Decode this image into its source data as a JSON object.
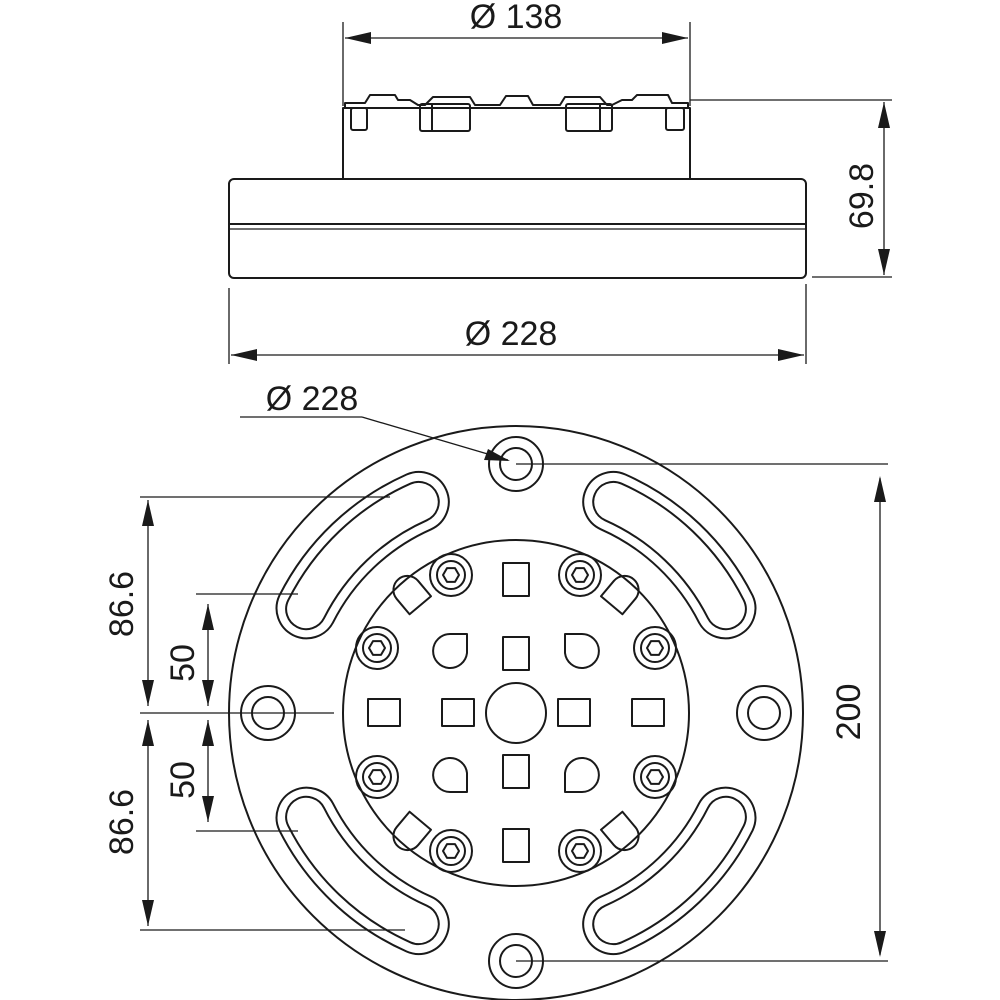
{
  "dimensions": {
    "top_diameter": "Ø 138",
    "height": "69.8",
    "base_diameter_side": "Ø 228",
    "base_diameter_plan": "Ø 228",
    "vertical_total": "200",
    "offset_upper_outer": "86.6",
    "offset_upper_inner": "50",
    "offset_lower_inner": "50",
    "offset_lower_outer": "86.6"
  },
  "colors": {
    "line": "#1a1a1a",
    "background": "#ffffff"
  }
}
